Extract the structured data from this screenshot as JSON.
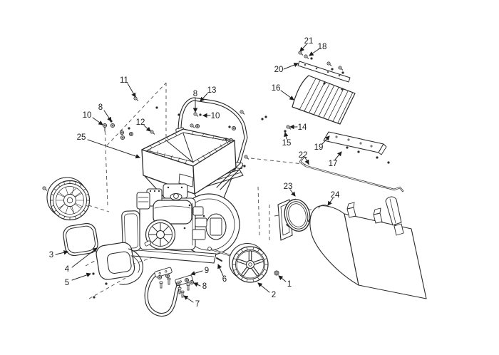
{
  "diagram": {
    "type": "exploded-parts-diagram",
    "subject": "chipper-shredder",
    "background_color": "#ffffff",
    "line_color": "#2a2a2a",
    "callouts": [
      {
        "part": "11"
      },
      {
        "part": "8"
      },
      {
        "part": "10"
      },
      {
        "part": "12"
      },
      {
        "part": "25"
      },
      {
        "part": "8"
      },
      {
        "part": "13"
      },
      {
        "part": "10"
      },
      {
        "part": "21"
      },
      {
        "part": "18"
      },
      {
        "part": "20"
      },
      {
        "part": "16"
      },
      {
        "part": "14"
      },
      {
        "part": "15"
      },
      {
        "part": "19"
      },
      {
        "part": "22"
      },
      {
        "part": "17"
      },
      {
        "part": "23"
      },
      {
        "part": "24"
      },
      {
        "part": "3"
      },
      {
        "part": "4"
      },
      {
        "part": "5"
      },
      {
        "part": "9"
      },
      {
        "part": "6"
      },
      {
        "part": "8"
      },
      {
        "part": "7"
      },
      {
        "part": "1"
      },
      {
        "part": "2"
      }
    ]
  }
}
